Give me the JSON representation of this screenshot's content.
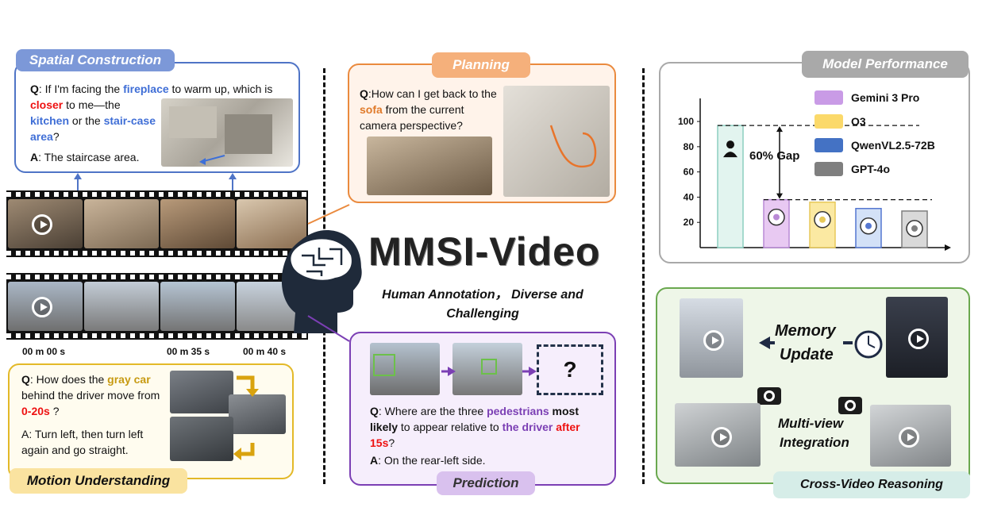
{
  "spatial": {
    "tag": "Spatial Construction",
    "q_prefix": "Q",
    "q_part1": ": If I'm facing the ",
    "q_fireplace": "fireplace",
    "q_part2": " to warm up, which is ",
    "q_closer": "closer",
    "q_part3": " to me—the ",
    "q_kitchen": "kitchen",
    "q_part4": " or the ",
    "q_stair": "stair-case area",
    "q_part5": "?",
    "a_prefix": "A",
    "a_text": ": The staircase area."
  },
  "planning": {
    "tag": "Planning",
    "q_prefix": "Q",
    "q_part1": ":How can I get back to the ",
    "q_sofa": "sofa",
    "q_part2": " from the current camera perspective?"
  },
  "timestamps": [
    "00 m 00 s",
    "00 m 35 s",
    "00 m 40 s"
  ],
  "motion": {
    "tag": "Motion Understanding",
    "q_prefix": "Q",
    "q_part1": ": How does the ",
    "q_gray": "gray car",
    "q_part2": " behind the driver move from ",
    "q_time": "0-20s",
    "q_part3": " ?",
    "a_text": "A: Turn left, then turn left again and go straight."
  },
  "center": {
    "title": "MMSI-Video",
    "subtitle": "Human Annotation， Diverse and Challenging"
  },
  "prediction": {
    "tag": "Prediction",
    "unknown": "?",
    "q_prefix": "Q",
    "q_part1": ": Where are the three ",
    "q_ped": "pedestrians",
    "q_most": " most likely",
    "q_part2": " to appear relative to ",
    "q_driver": "the driver",
    "q_after": " after 15s",
    "q_part3": "?",
    "a_prefix": "A",
    "a_text": ": On the rear-left side."
  },
  "performance": {
    "tag": "Model Performance",
    "gap_label": "60% Gap"
  },
  "chart_data": {
    "type": "bar",
    "categories": [
      "Human",
      "Gemini 3 Pro",
      "O3",
      "QwenVL2.5-72B",
      "GPT-4o"
    ],
    "values": [
      96.8,
      38.0,
      36.0,
      31.0,
      29.0
    ],
    "colors": [
      "#e2f4ef",
      "#e8c9f2",
      "#fbe9a2",
      "#d3e1f7",
      "#d9d9d9"
    ],
    "borders": [
      "#8ccfc0",
      "#b98ad6",
      "#e7c95a",
      "#5577d0",
      "#7f7f7f"
    ],
    "yticks": [
      20,
      40,
      60,
      80,
      100
    ],
    "ylim": [
      0,
      112
    ],
    "legend": [
      {
        "name": "Gemini 3 Pro",
        "color": "#c99be6"
      },
      {
        "name": "O3",
        "color": "#fbd96a"
      },
      {
        "name": "QwenVL2.5-72B",
        "color": "#4472c4"
      },
      {
        "name": "GPT-4o",
        "color": "#7f7f7f"
      }
    ]
  },
  "crossvideo": {
    "tag": "Cross-Video Reasoning",
    "memory": "Memory",
    "update": "Update",
    "multi": "Multi-view",
    "integration": "Integration"
  }
}
